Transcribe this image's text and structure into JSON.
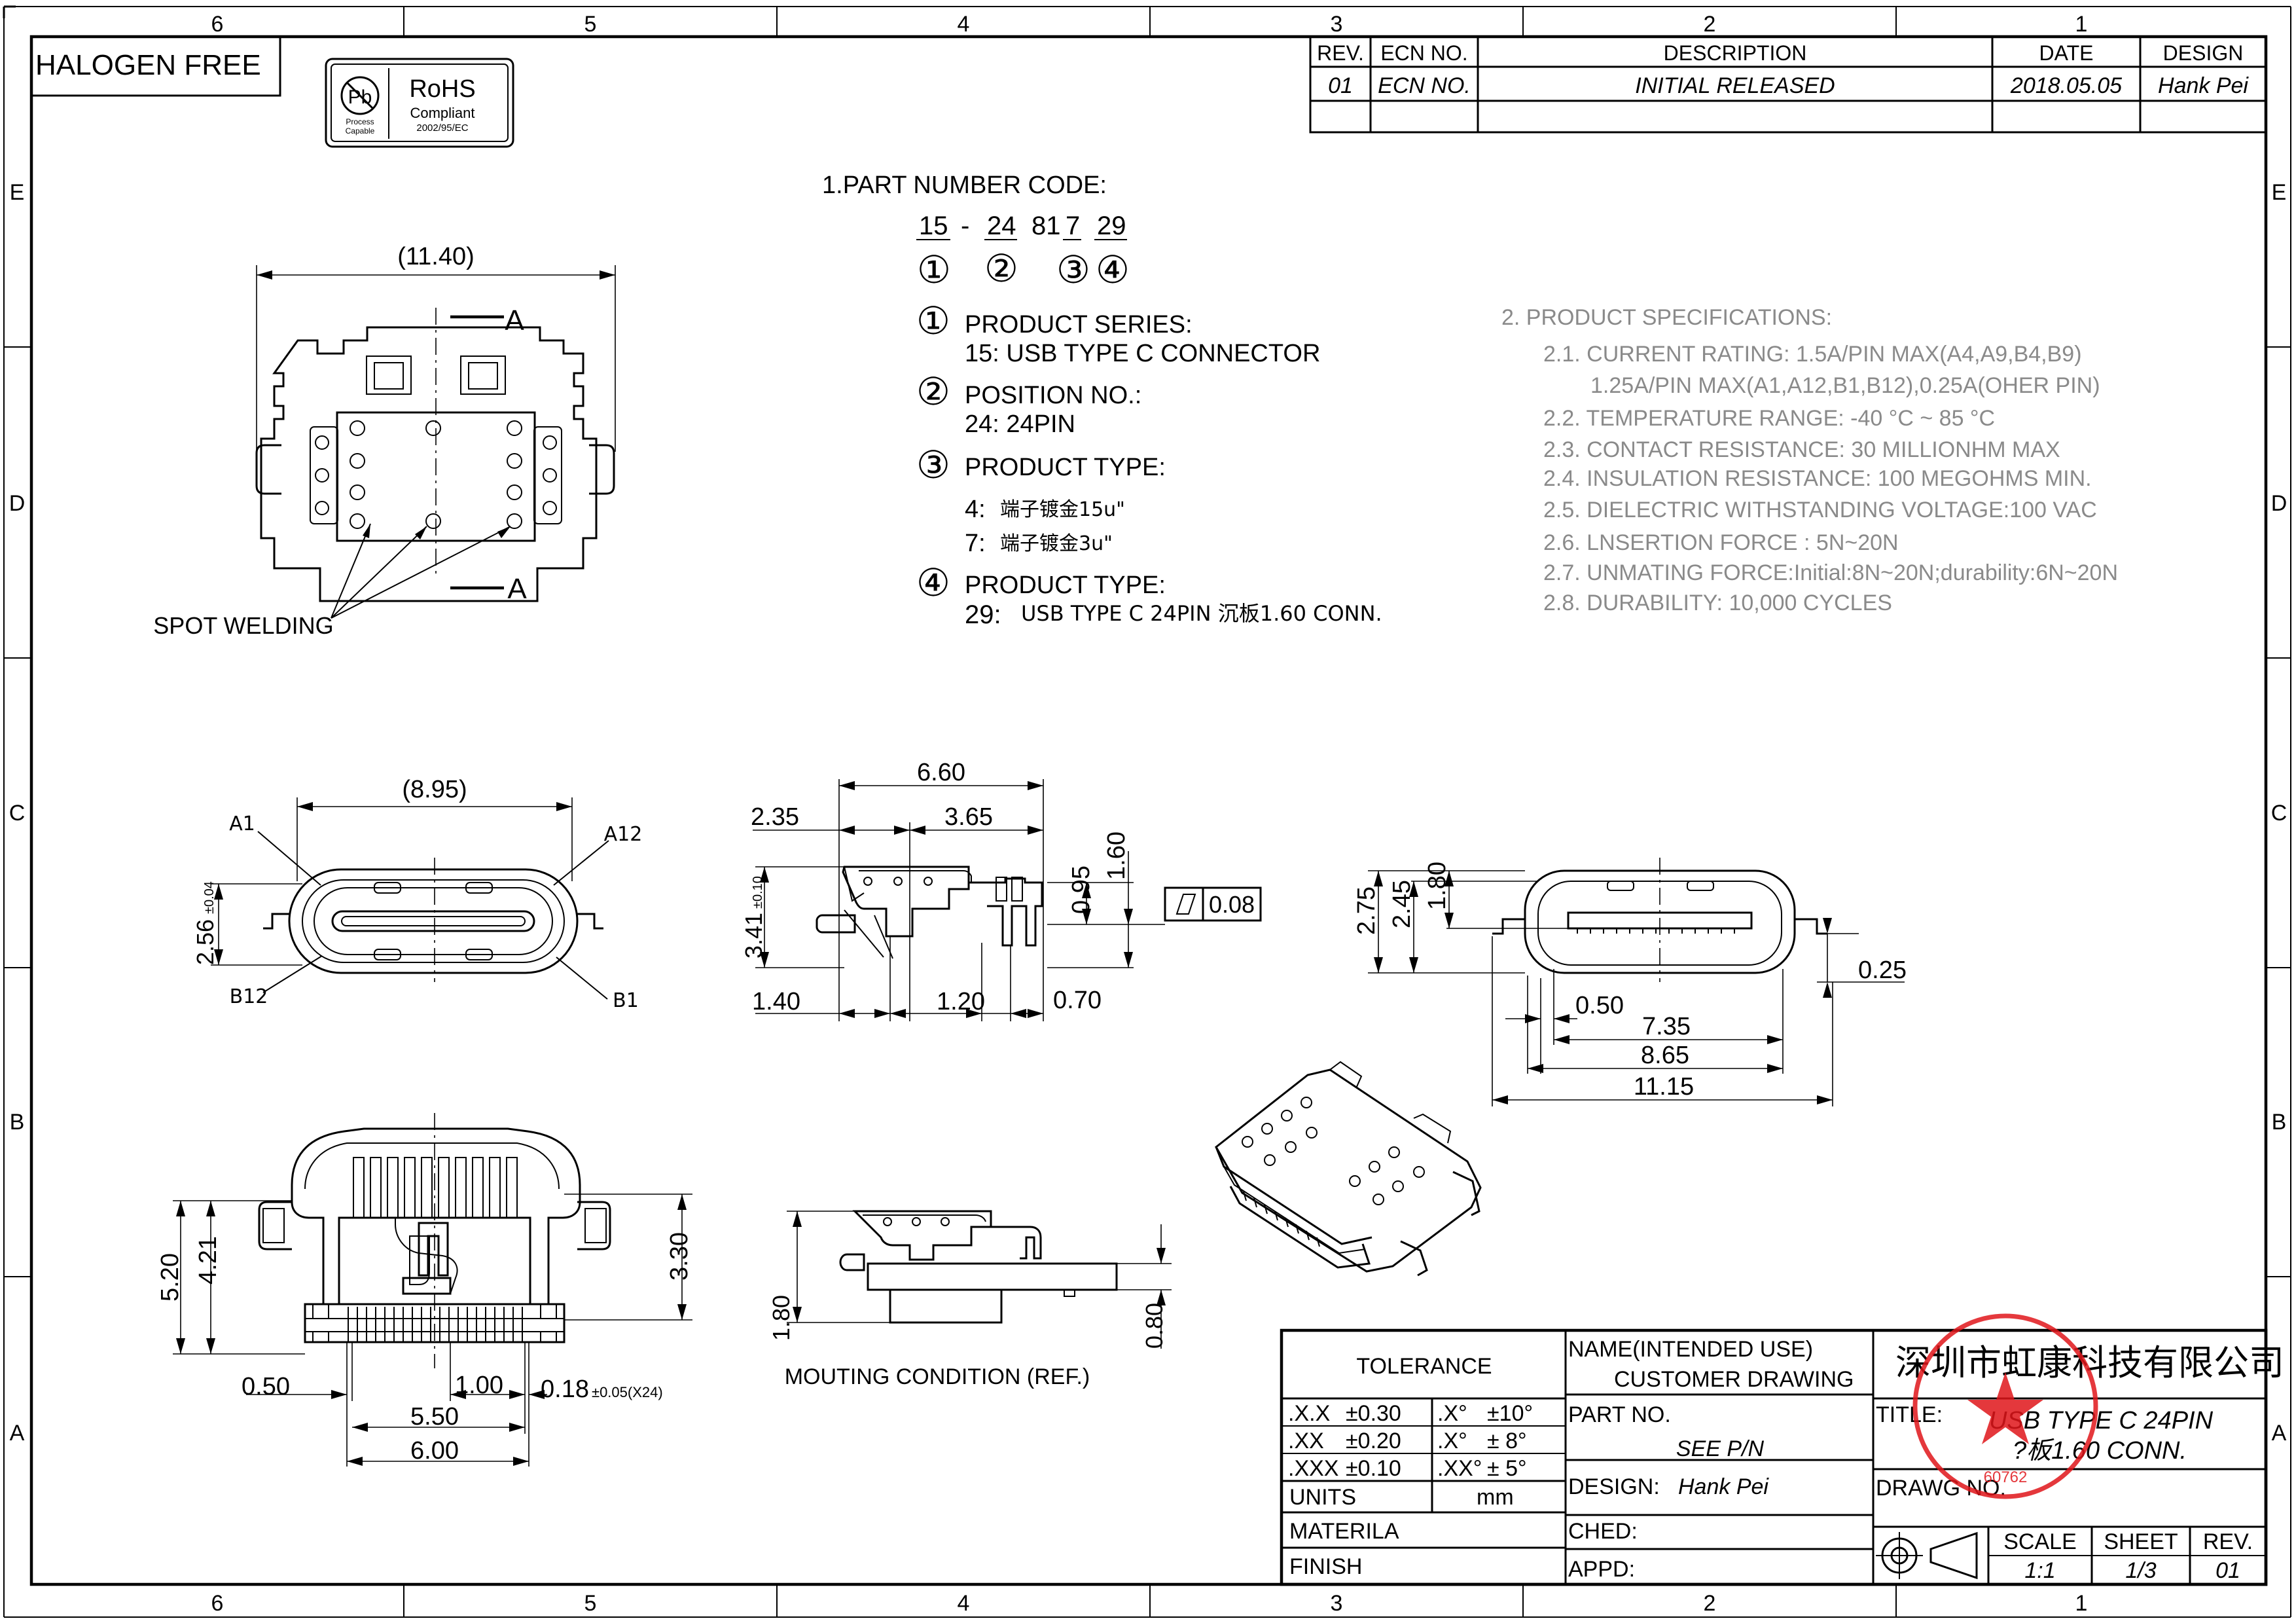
{
  "border": {
    "top_zones": [
      "6",
      "5",
      "4",
      "3",
      "2",
      "1"
    ],
    "bottom_zones": [
      "6",
      "5",
      "4",
      "3",
      "2",
      "1"
    ],
    "left_zones": [
      "E",
      "D",
      "C",
      "B",
      "A"
    ],
    "right_zones": [
      "E",
      "D",
      "C",
      "B",
      "A"
    ]
  },
  "halogen": "HALOGEN FREE",
  "rohs": {
    "pb": "Pb",
    "title": "RoHS",
    "compliant": "Compliant",
    "directive": "2002/95/EC",
    "process1": "Process",
    "process2": "Capable"
  },
  "revision": {
    "headers": [
      "REV.",
      "ECN NO.",
      "DESCRIPTION",
      "DATE",
      "DESIGN"
    ],
    "row": [
      "01",
      "ECN NO.",
      "INITIAL RELEASED",
      "2018.05.05",
      "Hank Pei"
    ]
  },
  "part_code": {
    "title": "1.PART NUMBER CODE:",
    "code": {
      "c1": "15",
      "dash": "-",
      "c2": "24",
      "c3": "81",
      "c4": "7",
      "c5": "29"
    },
    "markers": [
      "①",
      "②",
      "③",
      "④"
    ],
    "items": [
      {
        "marker": "①",
        "label": "PRODUCT SERIES:",
        "lines": [
          "15: USB TYPE C CONNECTOR"
        ]
      },
      {
        "marker": "②",
        "label": "POSITION NO.:",
        "lines": [
          "24: 24PIN"
        ]
      },
      {
        "marker": "③",
        "label": "PRODUCT TYPE:",
        "lines": [
          "4:",
          "端子镀金15u\"",
          "7:",
          "端子镀金3u\""
        ]
      },
      {
        "marker": "④",
        "label": "PRODUCT TYPE:",
        "lines": [
          "29:",
          "USB TYPE C 24PIN 沉板1.60 CONN."
        ]
      }
    ]
  },
  "specs": {
    "title": "2. PRODUCT SPECIFICATIONS:",
    "lines": [
      "2.1. CURRENT RATING: 1.5A/PIN MAX(A4,A9,B4,B9)",
      "1.25A/PIN MAX(A1,A12,B1,B12),0.25A(OHER PIN)",
      "2.2. TEMPERATURE RANGE: -40 °C ~ 85 °C",
      "2.3. CONTACT RESISTANCE: 30 MILLIONHM MAX",
      "2.4. INSULATION RESISTANCE: 100 MEGOHMS MIN.",
      "2.5. DIELECTRIC WITHSTANDING VOLTAGE:100 VAC",
      "2.6. LNSERTION FORCE : 5N~20N",
      "2.7. UNMATING FORCE:Initial:8N~20N;durability:6N~20N",
      "2.8. DURABILITY:  10,000 CYCLES"
    ]
  },
  "views": {
    "top": {
      "width": "(11.40)",
      "section": "A",
      "note": "SPOT WELDING"
    },
    "front": {
      "width": "(8.95)",
      "height": "2.56",
      "height_tol": "±0.04",
      "pins": [
        "A1",
        "A12",
        "B12",
        "B1"
      ]
    },
    "side": {
      "d1": "6.60",
      "d2": "2.35",
      "d3": "3.65",
      "d4": "0.95",
      "d5": "1.60",
      "d6": "3.41",
      "d6_tol": "±0.10",
      "d7": "1.40",
      "d8": "1.20",
      "d9": "0.70",
      "flatness": "0.08"
    },
    "rear": {
      "h1": "2.75",
      "h2": "2.45",
      "h3": "1.80",
      "w1": "0.50",
      "w2": "7.35",
      "w3": "8.65",
      "w4": "11.15",
      "t": "0.25"
    },
    "bottom": {
      "h1": "5.20",
      "h2": "4.21",
      "h3": "3.30",
      "w1": "0.50",
      "w2": "1.00",
      "w3": "5.50",
      "w4": "6.00",
      "pin": "0.18",
      "pin_tol": "±0.05(X24)"
    },
    "mount": {
      "h1": "1.80",
      "h2": "0.80",
      "caption": "MOUTING CONDITION (REF.)"
    }
  },
  "title_block": {
    "tolerance": "TOLERANCE",
    "tol_rows": [
      {
        "a": ".X.X",
        "av": "±0.30",
        "b": ".X°",
        "bv": "±10°"
      },
      {
        "a": ".XX",
        "av": "±0.20",
        "b": ".X°",
        "bv": "± 8°"
      },
      {
        "a": ".XXX",
        "av": "±0.10",
        "b": ".XX°",
        "bv": "± 5°"
      }
    ],
    "units_label": "UNITS",
    "units": "mm",
    "materila": "MATERILA",
    "finish": "FINISH",
    "name_label": "NAME(INTENDED USE)",
    "name_value": "CUSTOMER DRAWING",
    "company": "深圳市虹康科技有限公司",
    "part_no_label": "PART NO.",
    "part_no": "SEE P/N",
    "title_label": "TITLE:",
    "title1": "USB TYPE C 24PIN",
    "title2": "?板1.60 CONN.",
    "design_label": "DESIGN:",
    "design": "Hank Pei",
    "drawg_label": "DRAWG NO.",
    "ched": "CHED:",
    "appd": "APPD:",
    "scale_label": "SCALE",
    "scale": "1:1",
    "sheet_label": "SHEET",
    "sheet": "1/3",
    "rev_label": "REV.",
    "rev": "01",
    "stamp_code": "60762"
  }
}
